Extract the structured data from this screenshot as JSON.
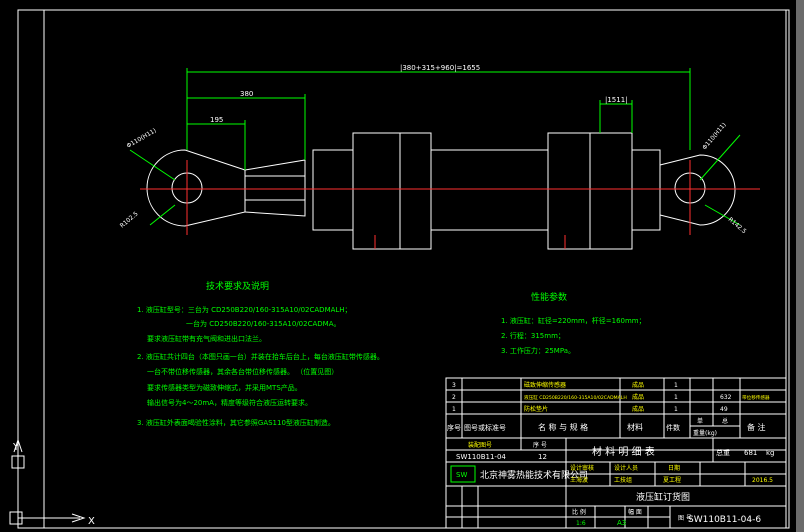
{
  "colors": {
    "background": "#000000",
    "frame": "#ffffff",
    "part_outline": "#ffffff",
    "centerline": "#ff3030",
    "dimension": "#00ff00",
    "notes_text": "#00ff00",
    "title_text": "#ffffff",
    "title_accent": "#ffff00"
  },
  "dimensions": {
    "overall": "|380+315+960|=1655",
    "left_380": "380",
    "left_195": "195",
    "right_stroke": "|1511|",
    "left_pin": "Φ110(H11)",
    "right_pin": "Φ110(H11)",
    "left_radius": "R102.5",
    "right_radius": "R142.5"
  },
  "tech_requirements": {
    "title": "技术要求及说明",
    "lines": [
      "1. 液压缸型号：三台为  CD250B220/160-315A10/02CADMALH；",
      "一台为  CD250B220/160-315A10/02CADMA。",
      "要求液压缸带有充气阀和进出口法兰。",
      "2. 液压缸共计四台（本图只画一台）并装在拾车后台上，每台液压缸带传感器。",
      "一台不带位移传感器，其余各台带位移传感器。  （位置见图）",
      "要求传感器类型为磁致伸缩式，并采用MTS产品。",
      "输出信号为4～20mA，精度等级符合液压运转要求。",
      "3. 液压缸外表面喝验性涂料，其它参照GAS110型液压缸制造。"
    ]
  },
  "performance": {
    "title": "性能参数",
    "lines": [
      "1. 液压缸：缸径=220mm，杆径=160mm；",
      "2. 行程：315mm；",
      "3. 工作压力：25MPa。"
    ]
  },
  "bom": {
    "rows": [
      {
        "no": "3",
        "code": "",
        "name": "磁致伸缩传感器",
        "material": "成品",
        "qty": "1",
        "unit_wt": "",
        "total_wt": "",
        "remark": ""
      },
      {
        "no": "2",
        "code": "",
        "name": "液压缸 CD250B220/160-315A10/02CADMALH",
        "material": "成品",
        "qty": "1",
        "unit_wt": "",
        "total_wt": "632",
        "remark": "带位移传感器"
      },
      {
        "no": "1",
        "code": "",
        "name": "防松垫片",
        "material": "成品",
        "qty": "1",
        "unit_wt": "",
        "total_wt": "49",
        "remark": ""
      }
    ],
    "header": {
      "no": "序号",
      "code": "图号或标准号",
      "name": "名 称 与 规 格",
      "material": "材料",
      "qty": "件数",
      "unit_wt": "单",
      "total_wt_label": "重量(kg)",
      "total_wt_sub": "总",
      "remark": "备 注"
    }
  },
  "title_block": {
    "drawing_no_label": "装配图号",
    "drawing_no": "SW110B11-04",
    "seq_label": "序 号",
    "seq": "12",
    "list_title": "材 料 明 细 表",
    "weight_label": "总重",
    "weight_value": "681",
    "weight_unit": "kg",
    "company": "北京神雾热能技术有限公司",
    "logo_text": "SW",
    "approve_label": "设计审核",
    "approve_name": "王海波",
    "design_label": "设计人员",
    "design_name": "工技组",
    "date_label": "日期",
    "date": "2016.5",
    "engineer": "夏工程",
    "sheet_title": "液压缸订货图",
    "scale_label": "比 例",
    "scale": "1:6",
    "format_label": "幅 面",
    "format": "A3",
    "figno_label": "图 号",
    "figno": "SW110B11-04-6"
  },
  "ucs": {
    "x": "X",
    "y": "Y"
  }
}
